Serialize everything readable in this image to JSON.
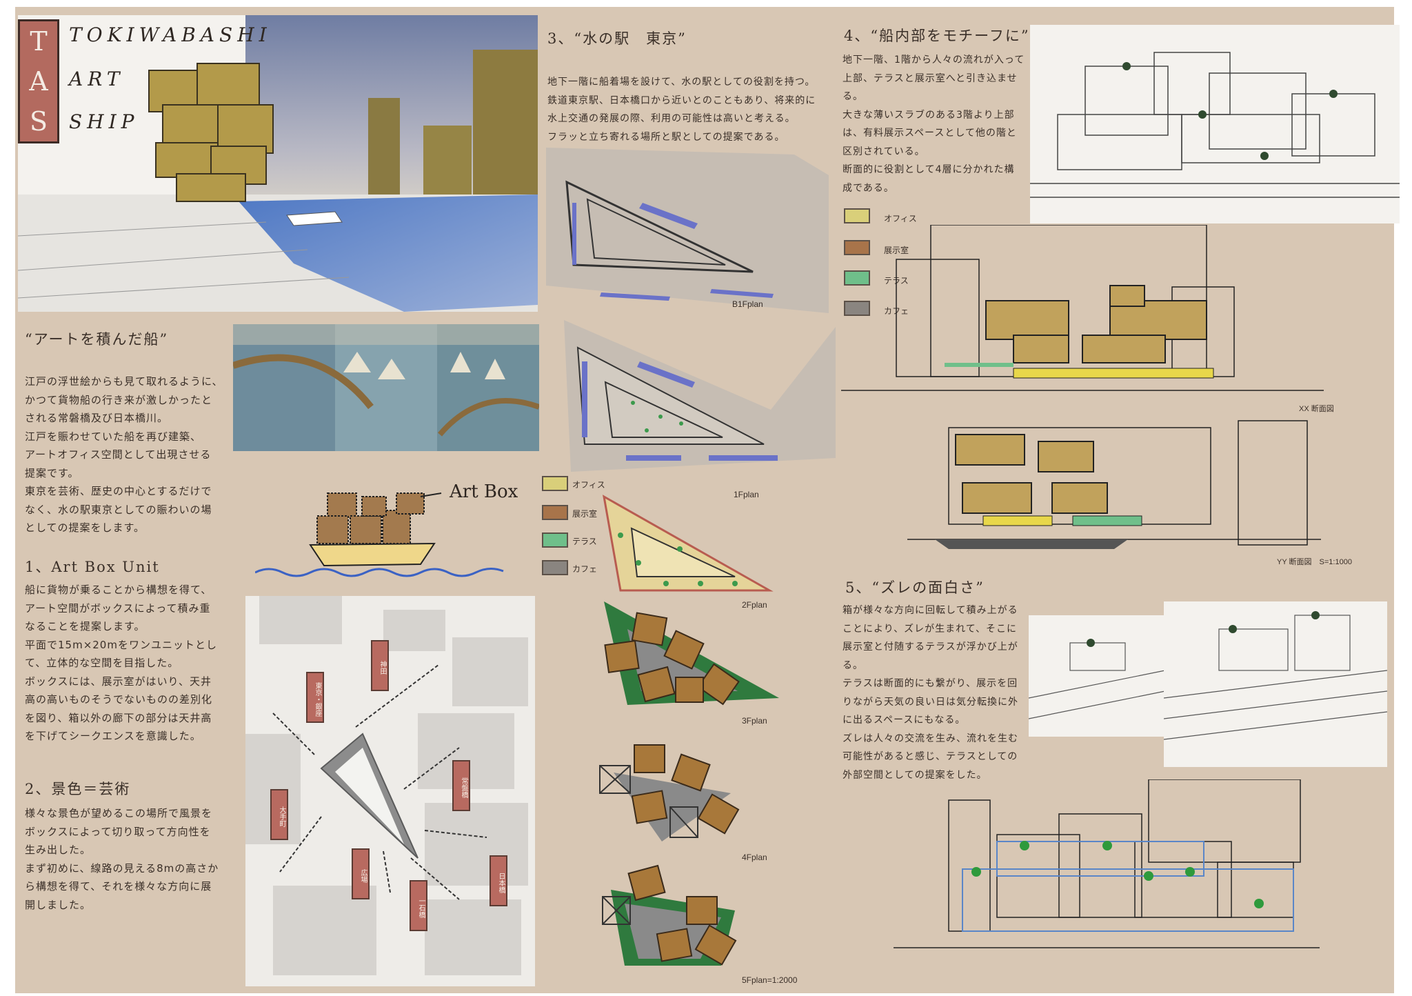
{
  "logo": {
    "letters": [
      "T",
      "A",
      "S"
    ],
    "title_lines": [
      "TOKIWABASHI",
      "ART",
      "SHIP"
    ]
  },
  "concept": {
    "heading": "“アートを積んだ船”",
    "lines": [
      "江戸の浮世絵からも見て取れるように、",
      "かつて貨物船の行き来が激しかったと",
      "される常磐橋及び日本橋川。",
      "江戸を賑わせていた船を再び建築、",
      "アートオフィス空間として出現させる",
      "提案です。",
      "東京を芸術、歴史の中心とするだけで",
      "なく、水の駅東京としての賑わいの場",
      "としての提案をします。"
    ]
  },
  "sketch_label": "Art Box",
  "section1": {
    "heading": "1、Art Box Unit",
    "lines": [
      "船に貨物が乗ることから構想を得て、",
      "アート空間がボックスによって積み重",
      "なることを提案します。",
      "平面で15m×20mをワンユニットとし",
      "て、立体的な空間を目指した。",
      "ボックスには、展示室がはいり、天井",
      "高の高いものそうでないものの差別化",
      "を図り、箱以外の廊下の部分は天井高",
      "を下げてシークエンスを意識した。"
    ]
  },
  "section2": {
    "heading": "2、景色＝芸術",
    "lines": [
      "様々な景色が望めるこの場所で風景を",
      "ボックスによって切り取って方向性を",
      "生み出した。",
      "まず初めに、線路の見える8mの高さか",
      "ら構想を得て、それを様々な方向に展",
      "開しました。"
    ]
  },
  "map_labels": [
    "神田",
    "東京・銀座",
    "常盤橋",
    "大手町",
    "広場",
    "一石橋",
    "日本橋"
  ],
  "section3": {
    "heading": "3、“水の駅　東京”",
    "lines": [
      "地下一階に船着場を設けて、水の駅としての役割を持つ。",
      "鉄道東京駅、日本橋口から近いとのこともあり、将来的に",
      "水上交通の発展の際、利用の可能性は高いと考える。",
      "フラッと立ち寄れる場所と駅としての提案である。"
    ]
  },
  "plans": [
    "B1Fplan",
    "1Fplan",
    "2Fplan",
    "3Fplan",
    "4Fplan",
    "5Fplan=1:2000"
  ],
  "legend": [
    {
      "label": "オフィス",
      "color": "#d9cf7a"
    },
    {
      "label": "展示室",
      "color": "#a8744a"
    },
    {
      "label": "テラス",
      "color": "#6fbf8a"
    },
    {
      "label": "カフェ",
      "color": "#8a8580"
    }
  ],
  "section4": {
    "heading": "4、“船内部をモチーフに”",
    "lines": [
      "地下一階、1階から人々の流れが入って",
      "上部、テラスと展示室へと引き込ませ",
      "る。",
      "大きな薄いスラブのある3階より上部",
      "は、有料展示スペースとして他の階と",
      "区別されている。",
      "断面的に役割として4層に分かれた構",
      "成である。"
    ]
  },
  "sections": [
    "XX 断面図",
    "YY 断面図　S=1:1000"
  ],
  "section5": {
    "heading": "5、“ズレの面白さ”",
    "lines": [
      "箱が様々な方向に回転して積み上がる",
      "ことにより、ズレが生まれて、そこに",
      "展示室と付随するテラスが浮かび上が",
      "る。",
      "テラスは断面的にも繋がり、展示を回",
      "りながら天気の良い日は気分転換に外",
      "に出るスペースにもなる。",
      "ズレは人々の交流を生み、流れを生む",
      "可能性があると感じ、テラスとしての",
      "外部空間としての提案をした。"
    ]
  }
}
